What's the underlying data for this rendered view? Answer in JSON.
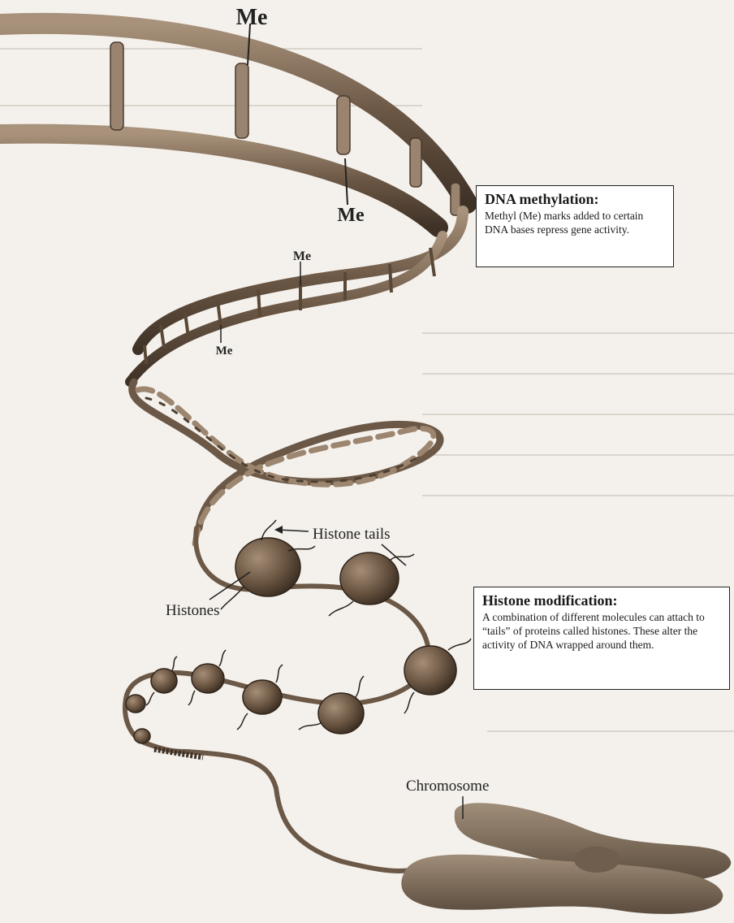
{
  "labels": {
    "me_top": "Me",
    "me_mid": "Me",
    "me_small_upper": "Me",
    "me_small_lower": "Me",
    "histone_tails": "Histone tails",
    "histones": "Histones",
    "chromosome": "Chromosome"
  },
  "callouts": {
    "methylation": {
      "title": "DNA methylation:",
      "body": "Methyl (Me) marks added to certain DNA bases repress gene activity."
    },
    "histone_mod": {
      "title": "Histone modification:",
      "body": "A combination of different molecules can attach to “tails” of proteins called histones. These alter the activity of DNA wrapped around them."
    }
  },
  "colors": {
    "dna": "#8c7660",
    "dna_dark": "#4e3f31",
    "histone": "#6e5a47",
    "chromosome": "#8a7a68"
  }
}
